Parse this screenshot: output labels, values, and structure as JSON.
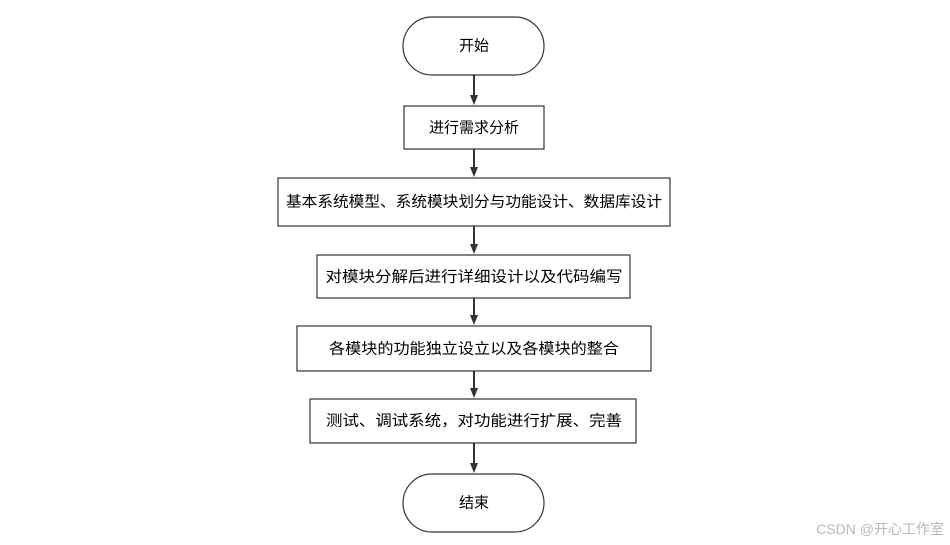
{
  "flowchart": {
    "start": "开始",
    "steps": [
      "进行需求分析",
      "基本系统模型、系统模块划分与功能设计、数据库设计",
      "对模块分解后进行详细设计以及代码编写",
      "各模块的功能独立设立以及各模块的整合",
      "测试、调试系统，对功能进行扩展、完善"
    ],
    "end": "结束"
  },
  "watermark": "CSDN @开心工作室"
}
